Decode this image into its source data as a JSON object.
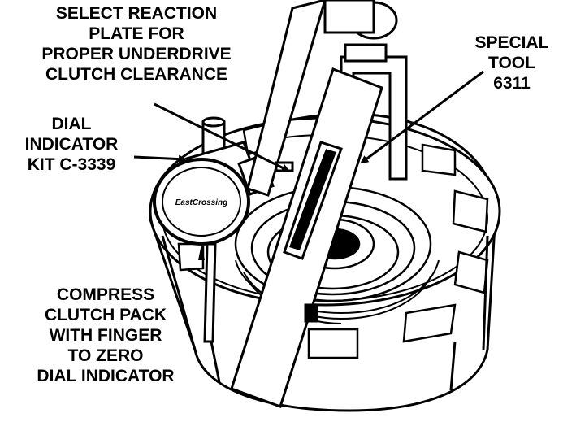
{
  "callouts": {
    "reaction_plate": [
      "SELECT REACTION",
      "PLATE FOR",
      "PROPER UNDERDRIVE",
      "CLUTCH CLEARANCE"
    ],
    "special_tool": [
      "SPECIAL",
      "TOOL",
      "6311"
    ],
    "dial_indicator": [
      "DIAL",
      "INDICATOR",
      "KIT C-3339"
    ],
    "compress": [
      "COMPRESS",
      "CLUTCH PACK",
      "WITH FINGER",
      "TO ZERO",
      "DIAL INDICATOR"
    ]
  },
  "gauge": {
    "brand": "EastCrossing"
  }
}
